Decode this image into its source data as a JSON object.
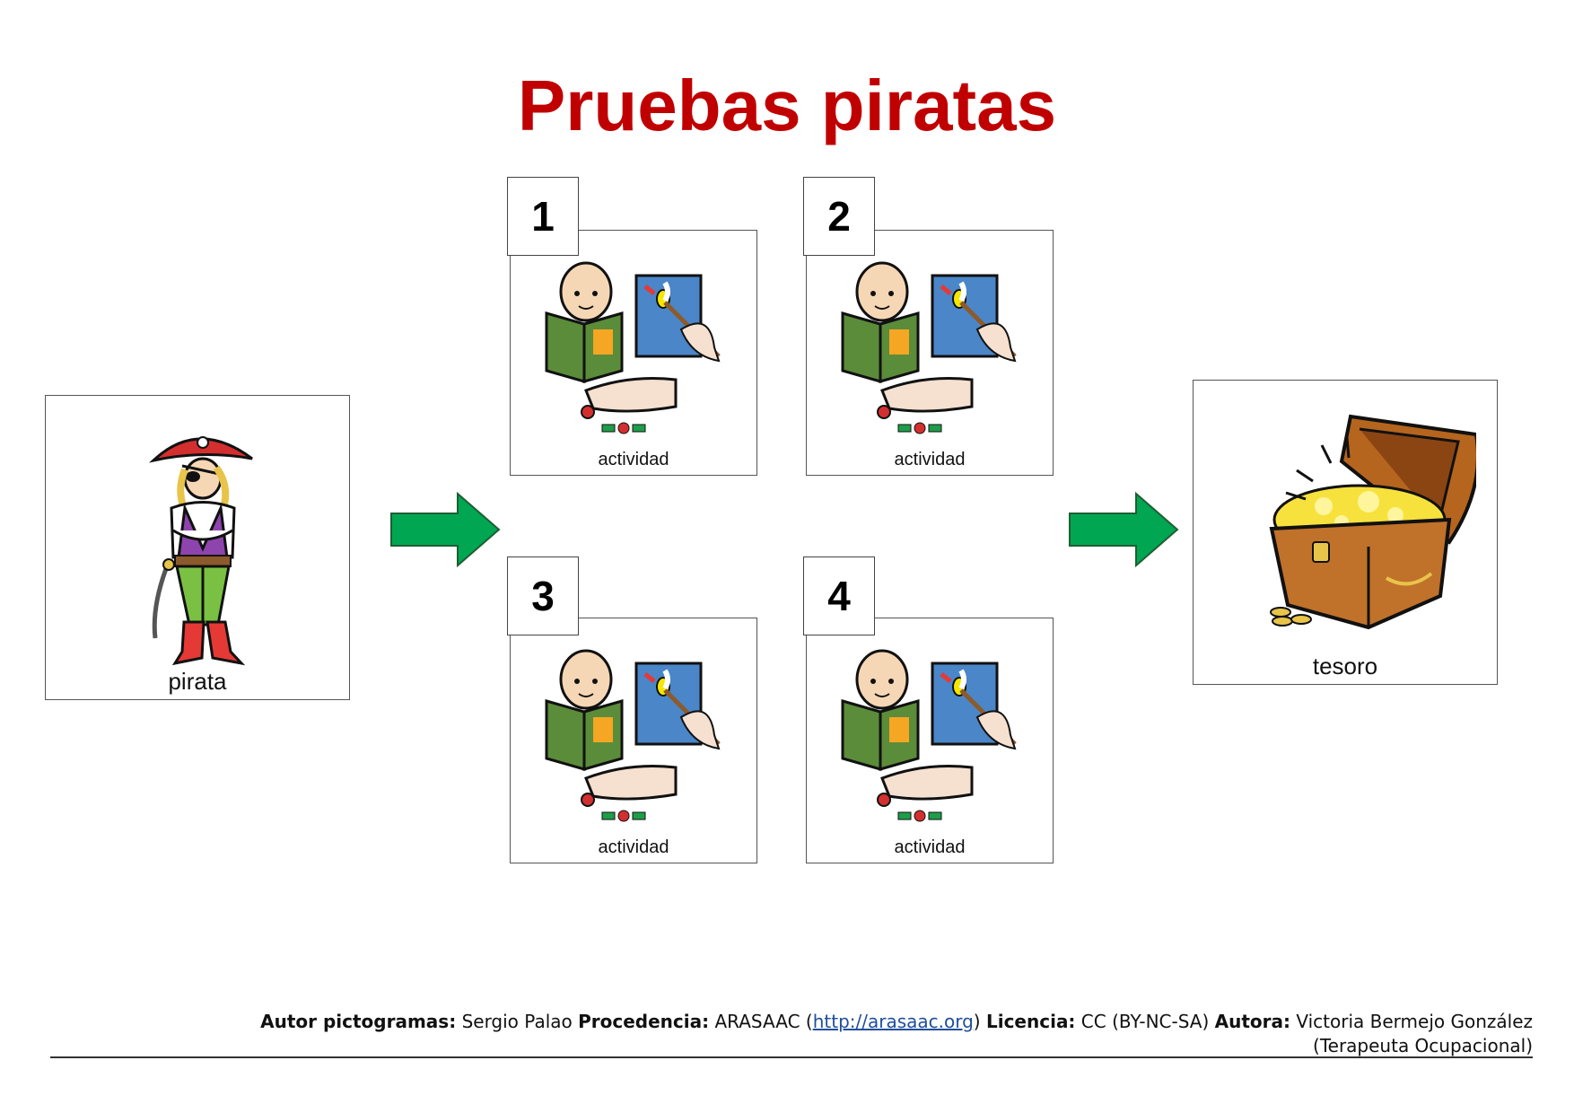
{
  "title": "Pruebas piratas",
  "start_card": {
    "label": "pirata",
    "icon": "pirate-pictogram"
  },
  "end_card": {
    "label": "tesoro",
    "icon": "treasure-chest-pictogram"
  },
  "activities": [
    {
      "number": "1",
      "label": "actividad",
      "icon": "activity-pictogram"
    },
    {
      "number": "2",
      "label": "actividad",
      "icon": "activity-pictogram"
    },
    {
      "number": "3",
      "label": "actividad",
      "icon": "activity-pictogram"
    },
    {
      "number": "4",
      "label": "actividad",
      "icon": "activity-pictogram"
    }
  ],
  "arrows": {
    "color": "#00a651",
    "icon": "right-arrow"
  },
  "colors": {
    "title": "#c00000",
    "link": "#1f4e9a"
  },
  "footer": {
    "author_label": "Autor pictogramas:",
    "author": "Sergio Palao",
    "source_label": "Procedencia:",
    "source_name": "ARASAAC (",
    "source_link": "http://arasaac.org",
    "source_close": ")",
    "license_label": "Licencia:",
    "license": "CC (BY-NC-SA)",
    "creator_label": "Autora:",
    "creator": "Victoria Bermejo González",
    "creator_role": "(Terapeuta Ocupacional)"
  }
}
